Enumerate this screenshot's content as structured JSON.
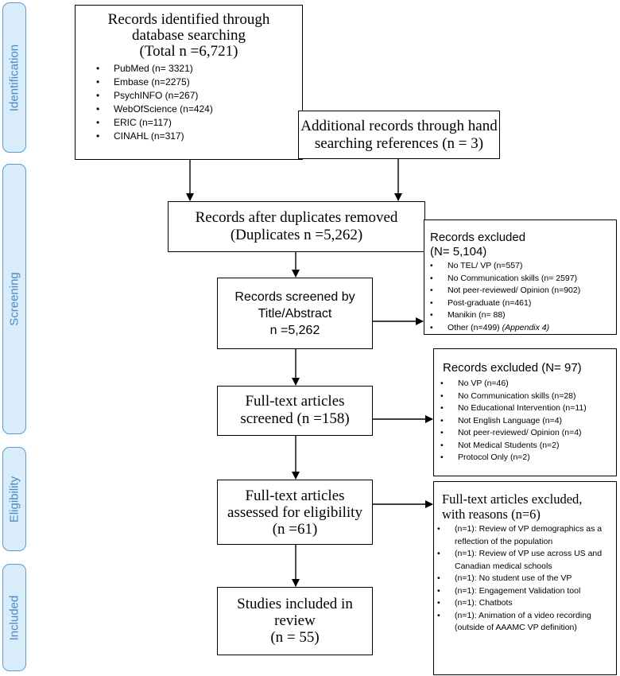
{
  "phases": [
    {
      "id": "identification",
      "label": "Identification"
    },
    {
      "id": "screening",
      "label": "Screening"
    },
    {
      "id": "eligibility",
      "label": "Eligibility"
    },
    {
      "id": "included",
      "label": "Included"
    }
  ],
  "identified": {
    "line1": "Records identified through",
    "line2": "database searching",
    "total": "(Total n =6,721)",
    "sources": [
      "PubMed (n= 3321)",
      "Embase (n=2275)",
      "PsychINFO (n=267)",
      "WebOfScience (n=424)",
      "ERIC (n=117)",
      "CINAHL (n=317)"
    ]
  },
  "additional": {
    "line1": "Additional records through hand",
    "line2": "searching references (n = 3)"
  },
  "dedup": {
    "line1": "Records after duplicates removed",
    "line2": "(Duplicates n =5,262)"
  },
  "screened": {
    "line1": "Records screened by",
    "line2": "Title/Abstract",
    "line3": "n =5,262"
  },
  "excluded1": {
    "title": "Records excluded",
    "count": "(N= 5,104)",
    "items": [
      "No TEL/ VP (n=557)",
      "No Communication skills (n= 2597)",
      "Not peer-reviewed/ Opinion (n=902)",
      "Post-graduate (n=461)",
      "Manikin (n= 88)"
    ],
    "other": "Other (n=499)",
    "other_ref": "(Appendix 4)"
  },
  "fulltext": {
    "line1": "Full-text articles",
    "line2": "screened (n =158)"
  },
  "excluded2": {
    "title": "Records excluded (N= 97)",
    "items": [
      "No VP (n=46)",
      "No Communication skills (n=28)",
      "No Educational Intervention (n=11)",
      "Not English Language (n=4)",
      "Not peer-reviewed/ Opinion (n=4)",
      "Not Medical Students (n=2)",
      "Protocol Only (n=2)"
    ]
  },
  "eligible": {
    "line1": "Full-text articles",
    "line2": "assessed for eligibility",
    "line3": "(n =61)"
  },
  "excluded3": {
    "line1": "Full-text articles excluded,",
    "line2": "with reasons (n=6)",
    "items": [
      "(n=1): Review of VP demographics as a reflection of the population",
      "(n=1): Review of VP use across US and Canadian medical schools",
      "(n=1): No student use of the VP",
      "(n=1): Engagement Validation tool",
      "(n=1): Chatbots",
      "(n=1): Animation of a video recording (outside of AAAMC VP definition)"
    ]
  },
  "included": {
    "line1": "Studies included in",
    "line2": "review",
    "line3": "(n = 55)"
  }
}
